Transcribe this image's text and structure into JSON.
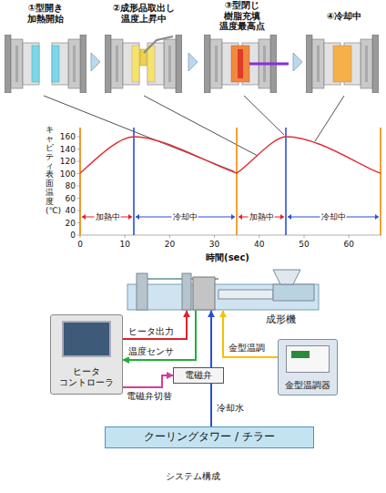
{
  "diagram": {
    "caption": "システム構成",
    "nodes": [
      {
        "text": [
          "成形機"
        ]
      },
      {
        "text": [
          "ヒータ コントローラ"
        ]
      },
      {
        "text": [
          "金型温調器"
        ]
      },
      {
        "text": [
          "電磁弁"
        ]
      },
      {
        "text": [
          "クーリングタワー / チラー"
        ]
      }
    ],
    "edges": [
      {
        "from": 1,
        "to": 0,
        "label": "ヒータ出力",
        "arrow": "to"
      },
      {
        "from": 0,
        "to": 1,
        "label": "温度センサ",
        "arrow": "to"
      },
      {
        "from": 1,
        "to": 3,
        "label": "電磁弁切替",
        "arrow": "to"
      },
      {
        "from": 4,
        "to": 3,
        "label": "冷却水",
        "arrow": "none"
      },
      {
        "from": 3,
        "to": 0,
        "arrow": "to"
      },
      {
        "from": 2,
        "to": 0,
        "label": "金型温調",
        "arrow": "to"
      }
    ],
    "labels": [
      "①型開き 加熱開始",
      "②成形品取出し 温度上昇中",
      "③型閉じ 樹脂充填 温度最高点",
      "④冷却中",
      "160",
      "140",
      "120",
      "100",
      "80",
      "60",
      "40",
      "20",
      "0",
      "0",
      "10",
      "20",
      "30",
      "40",
      "50",
      "60",
      "キャビティ表面温度(℃)",
      "時間(sec)",
      "加熱中",
      "冷却中",
      "加熱中",
      "冷却中"
    ]
  }
}
